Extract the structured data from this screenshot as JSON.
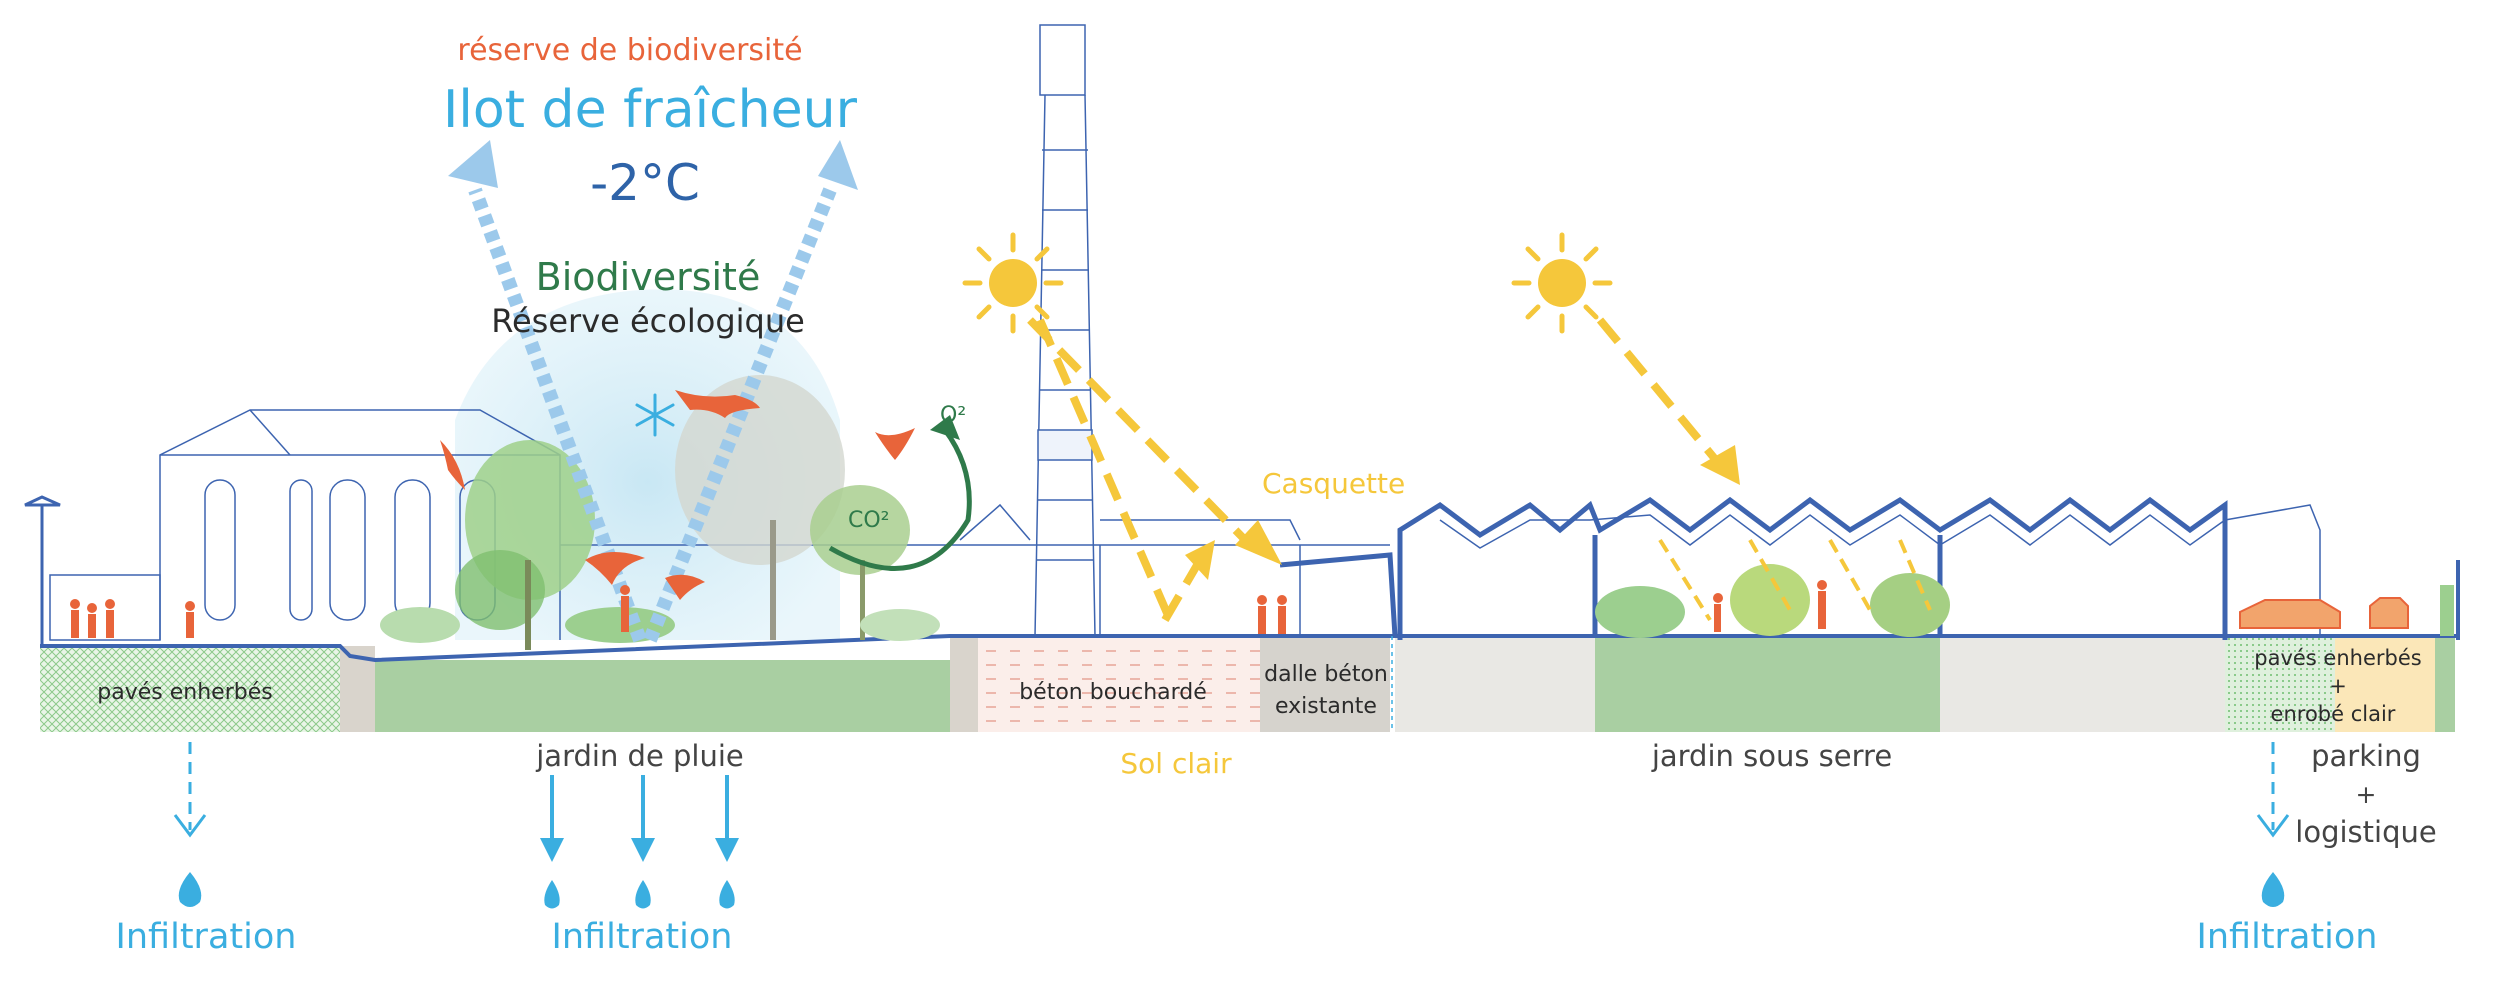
{
  "labels": {
    "reserve_biodiversite": "réserve de biodiversité",
    "ilot_fraicheur": "Ilot de fraîcheur",
    "temperature": "-2°C",
    "biodiversite": "Biodiversité",
    "reserve_ecologique": "Réserve écologique",
    "o2": "O²",
    "co2": "CO²",
    "casquette": "Casquette",
    "paves_enherbes_left": "pavés enherbés",
    "jardin_de_pluie": "jardin de pluie",
    "beton_bouchardé": "béton bouchardé",
    "dalle_beton_line1": "dalle béton",
    "dalle_beton_line2": "existante",
    "sol_clair": "Sol clair",
    "jardin_sous_serre": "jardin sous serre",
    "paves_enherbes_right": "pavés enherbés",
    "plus_1": "+",
    "enrobe_clair": "enrobé clair",
    "parking": "parking",
    "plus_2": "+",
    "logistique": "logistique",
    "infiltration_1": "Infiltration",
    "infiltration_2": "Infiltration",
    "infiltration_3": "Infiltration"
  },
  "colors": {
    "orange": "#e8643a",
    "light_blue": "#3aaee0",
    "dark_blue": "#2e63a8",
    "green": "#2f7a4a",
    "yellow": "#f5c73b",
    "grass": "#a9cfa2",
    "ground_gray": "#e9e8e4",
    "outline": "#3d64b0"
  },
  "icons": [
    "sun-icon",
    "snowflake-icon",
    "bird-icon",
    "water-drop-icon",
    "person-icon",
    "car-icon",
    "tree-icon",
    "chimney-icon"
  ]
}
